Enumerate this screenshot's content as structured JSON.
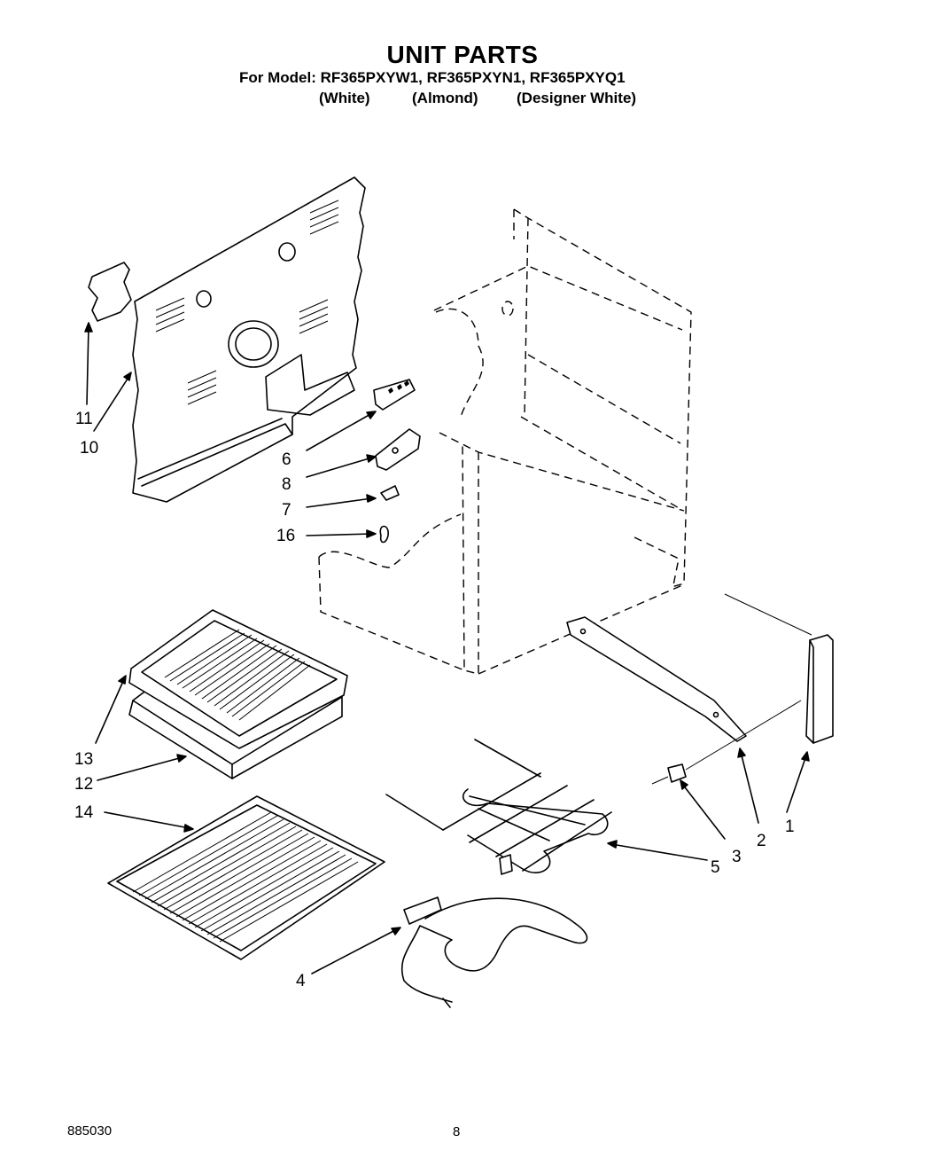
{
  "header": {
    "title": "UNIT PARTS",
    "model_line": "For Model: RF365PXYW1, RF365PXYN1, RF365PXYQ1",
    "colors": [
      "(White)",
      "(Almond)",
      "(Designer White)"
    ]
  },
  "callouts": {
    "c1": "1",
    "c2": "2",
    "c3": "3",
    "c4": "4",
    "c5": "5",
    "c6": "6",
    "c7": "7",
    "c8": "8",
    "c10": "10",
    "c11": "11",
    "c12": "12",
    "c13": "13",
    "c14": "14",
    "c16": "16"
  },
  "footer": {
    "doc_number": "885030",
    "page_number": "8"
  }
}
